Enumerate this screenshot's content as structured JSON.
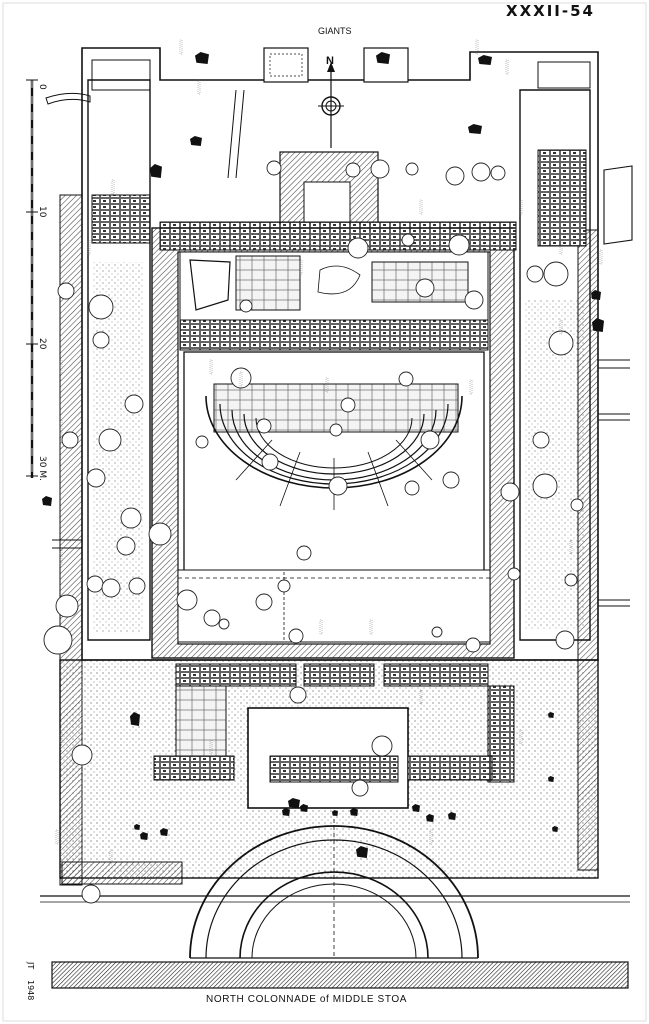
{
  "labels": {
    "top_label": "GIANTS",
    "archive_number": "XXXII-54",
    "bottom_label": "NORTH COLONNADE of MIDDLE STOA",
    "north_arrow": "N",
    "author": "JT",
    "year": "1948"
  },
  "scale_bar": {
    "ticks": [
      "0",
      "10",
      "20",
      "30 M."
    ]
  },
  "colors": {
    "ink": "#111111",
    "paper": "#ffffff",
    "hatch": "#555555",
    "stone": "#1a1a1a"
  }
}
